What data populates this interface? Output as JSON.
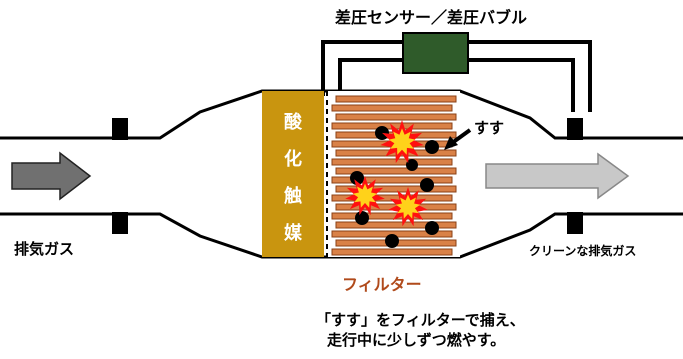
{
  "labels": {
    "sensor": "差圧センサー／差圧バブル",
    "exhaust_in": "排気ガス",
    "exhaust_out": "クリーンな排気ガス",
    "soot": "すす",
    "filter": "フィルター",
    "catalyst_chars": [
      "酸",
      "化",
      "触",
      "媒"
    ],
    "caption_line1": "「すす」をフィルターで捕え、",
    "caption_line2": "走行中に少しずつ燃やす。"
  },
  "colors": {
    "catalyst": "#c9950f",
    "filter_fill": "#d98147",
    "filter_stripe": "#8a4015",
    "sensor_box": "#2f5b2a",
    "filter_label": "#b04a1b",
    "inlet_arrow": "#707070",
    "outlet_arrow": "#c8c8c8",
    "flash_outer": "#ff1010",
    "flash_inner": "#ffd21a"
  }
}
